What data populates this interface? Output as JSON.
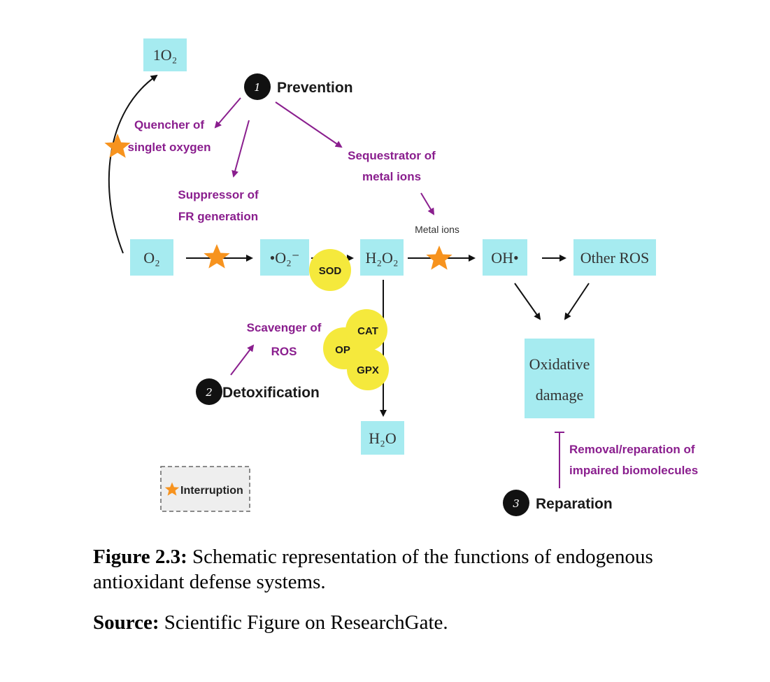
{
  "diagram": {
    "nodes": {
      "singlet_o2": {
        "label": "1O₂"
      },
      "o2": {
        "label": "O₂"
      },
      "superoxide": {
        "label": "•O₂⁻"
      },
      "h2o2": {
        "label": "H₂O₂"
      },
      "oh": {
        "label": "OH•"
      },
      "other_ros": {
        "label": "Other ROS"
      },
      "h2o": {
        "label": "H₂O"
      },
      "oxidative_damage": {
        "line1": "Oxidative",
        "line2": "damage"
      }
    },
    "steps": {
      "prevention": {
        "number": "1",
        "label": "Prevention"
      },
      "detoxification": {
        "number": "2",
        "label": "Detoxification"
      },
      "reparation": {
        "number": "3",
        "label": "Reparation"
      }
    },
    "labels": {
      "quencher": {
        "line1": "Quencher of",
        "line2": "singlet oxygen"
      },
      "suppressor": {
        "line1": "Suppressor of",
        "line2": "FR generation"
      },
      "sequestrator": {
        "line1": "Sequestrator of",
        "line2": "metal ions"
      },
      "metal_ions": "Metal ions",
      "scavenger": {
        "line1": "Scavenger of",
        "line2": "ROS"
      },
      "removal": {
        "line1": "Removal/reparation of",
        "line2": "impaired biomolecules"
      }
    },
    "enzymes": {
      "sod": "SOD",
      "cat": "CAT",
      "op": "OP",
      "gpx": "GPX"
    },
    "legend": {
      "label": "Interruption",
      "icon": "star-icon"
    },
    "colors": {
      "box_fill": "#a6ebf0",
      "purple": "#8a1e8e",
      "star": "#f7931e",
      "enzyme": "#f5e93c",
      "step_circle": "#111111"
    }
  },
  "caption": {
    "figure_label": "Figure 2.3:",
    "figure_text": " Schematic representation of the functions of endogenous antioxidant defense systems.",
    "source_label": "Source:",
    "source_text": " Scientific Figure on ResearchGate."
  }
}
